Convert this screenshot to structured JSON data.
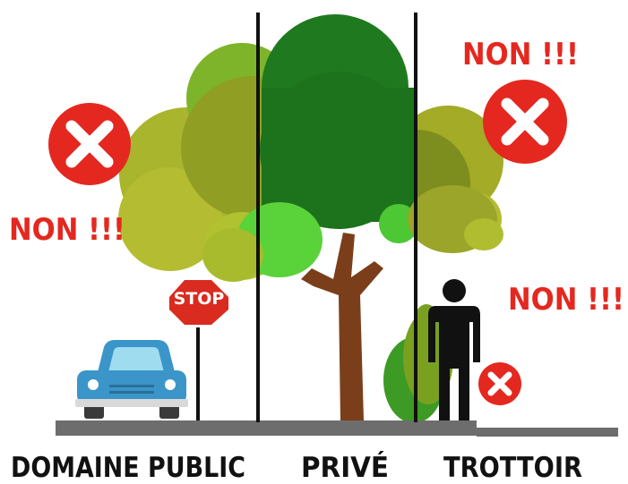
{
  "colors": {
    "warning_red": "#e42820",
    "divider_black": "#111111",
    "ground_gray": "#6d6d6d",
    "trunk_brown": "#7a3f1a",
    "car_blue": "#3b95c9",
    "stop_red": "#d92b1f",
    "tree_dark_green": "#1f7a1f",
    "tree_olive": "#9aa52a",
    "tree_light_green": "#5ad23a"
  },
  "warnings": [
    {
      "text": "NON !!!",
      "icon": "close-icon"
    },
    {
      "text": "NON !!!",
      "icon": "close-icon"
    },
    {
      "text": "NON !!!",
      "icon": "close-icon"
    }
  ],
  "stop_sign": {
    "text": "STOP"
  },
  "zones": [
    {
      "label": "DOMAINE PUBLIC"
    },
    {
      "label": "PRIVÉ"
    },
    {
      "label": "TROTTOIR"
    }
  ]
}
